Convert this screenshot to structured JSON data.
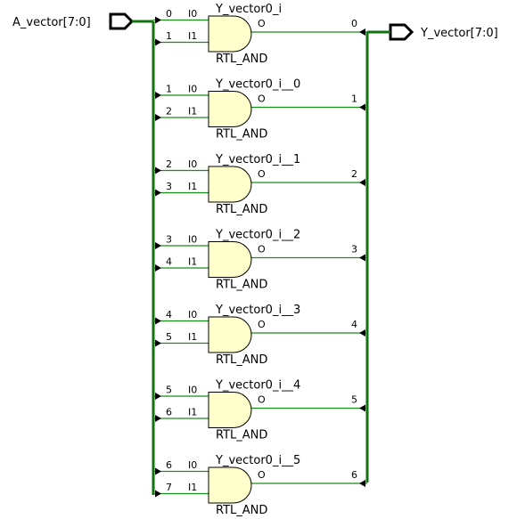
{
  "input_port": {
    "name": "A_vector[7:0]"
  },
  "output_port": {
    "name": "Y_vector[7:0]"
  },
  "colors": {
    "wire": "#1a8c1a",
    "bus": "#137313",
    "gate_fill": "#ffffcc",
    "gate_stroke": "#000000",
    "port_stroke": "#000000",
    "background": "#ffffff"
  },
  "gates": [
    {
      "name": "Y_vector0_i",
      "type": "RTL_AND",
      "in0_label": "I0",
      "in1_label": "I1",
      "out_label": "O",
      "in0_bit": "0",
      "in1_bit": "1",
      "out_bit": "0"
    },
    {
      "name": "Y_vector0_i__0",
      "type": "RTL_AND",
      "in0_label": "I0",
      "in1_label": "I1",
      "out_label": "O",
      "in0_bit": "1",
      "in1_bit": "2",
      "out_bit": "1"
    },
    {
      "name": "Y_vector0_i__1",
      "type": "RTL_AND",
      "in0_label": "I0",
      "in1_label": "I1",
      "out_label": "O",
      "in0_bit": "2",
      "in1_bit": "3",
      "out_bit": "2"
    },
    {
      "name": "Y_vector0_i__2",
      "type": "RTL_AND",
      "in0_label": "I0",
      "in1_label": "I1",
      "out_label": "O",
      "in0_bit": "3",
      "in1_bit": "4",
      "out_bit": "3"
    },
    {
      "name": "Y_vector0_i__3",
      "type": "RTL_AND",
      "in0_label": "I0",
      "in1_label": "I1",
      "out_label": "O",
      "in0_bit": "4",
      "in1_bit": "5",
      "out_bit": "4"
    },
    {
      "name": "Y_vector0_i__4",
      "type": "RTL_AND",
      "in0_label": "I0",
      "in1_label": "I1",
      "out_label": "O",
      "in0_bit": "5",
      "in1_bit": "6",
      "out_bit": "5"
    },
    {
      "name": "Y_vector0_i__5",
      "type": "RTL_AND",
      "in0_label": "I0",
      "in1_label": "I1",
      "out_label": "O",
      "in0_bit": "6",
      "in1_bit": "7",
      "out_bit": "6"
    }
  ]
}
